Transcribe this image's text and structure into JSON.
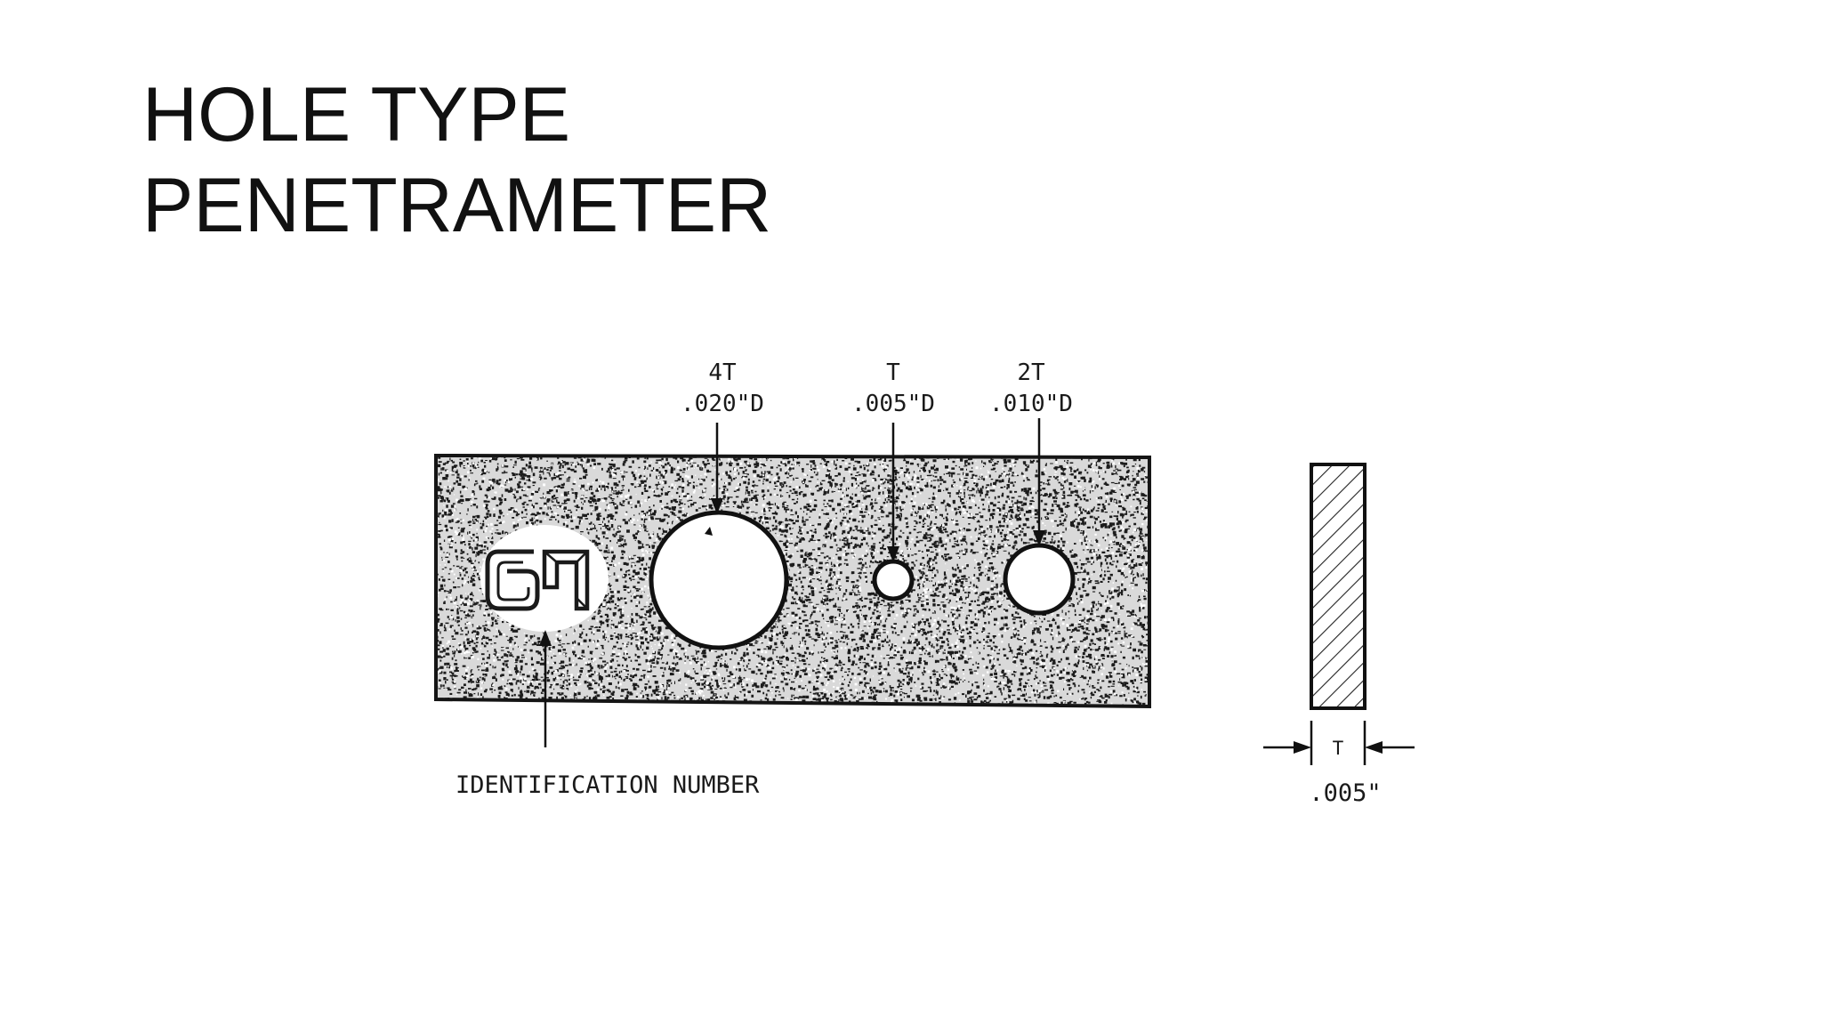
{
  "slide": {
    "title_line1": "HOLE TYPE",
    "title_line2": "PENETRAMETER"
  },
  "diagram": {
    "hole_4t": {
      "label_multiple": "4T",
      "label_diameter": ".020\"D"
    },
    "hole_t": {
      "label_multiple": "T",
      "label_diameter": ".005\"D"
    },
    "hole_2t": {
      "label_multiple": "2T",
      "label_diameter": ".010\"D"
    },
    "identification_label": "IDENTIFICATION NUMBER",
    "thickness": {
      "symbol": "T",
      "value": ".005\""
    }
  }
}
